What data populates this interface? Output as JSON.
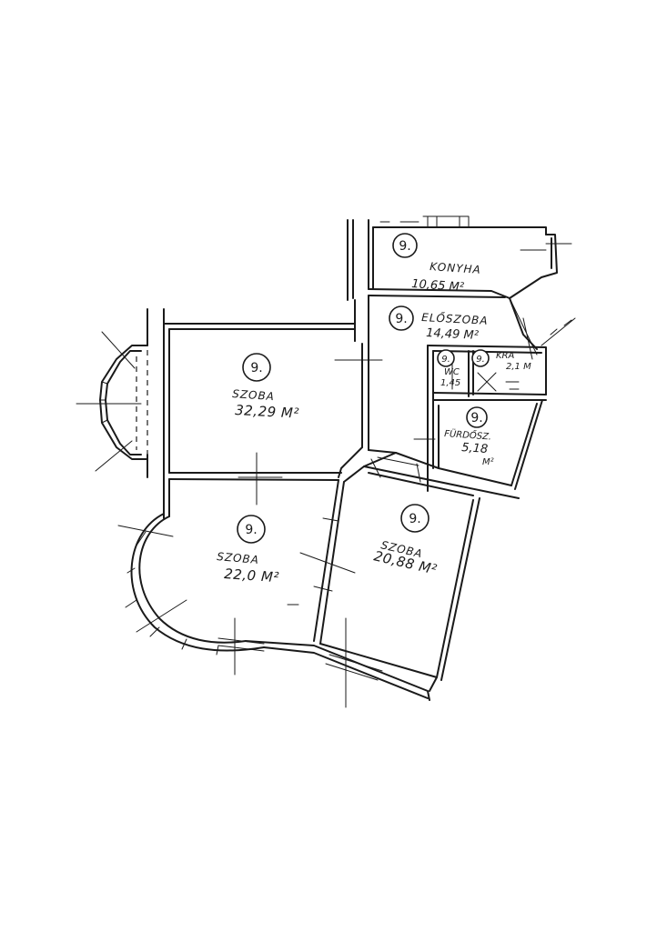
{
  "rooms": [
    {
      "id": "konyha",
      "number": "9.",
      "name": "KONYHA",
      "area": "10,65 M²"
    },
    {
      "id": "eloszoba",
      "number": "9.",
      "name": "ELŐSZOBA",
      "area": "14,49 M²"
    },
    {
      "id": "szoba1",
      "number": "9.",
      "name": "SZOBA",
      "area": "32,29 M²"
    },
    {
      "id": "wc",
      "number": "9.",
      "name": "WC",
      "area": "1,45"
    },
    {
      "id": "kra",
      "number": "9.",
      "name": "KRA",
      "area": "2,1 M"
    },
    {
      "id": "furdo",
      "number": "9.",
      "name": "FÜRDŐSZ.",
      "area": "5,18",
      "area_unit": "M²"
    },
    {
      "id": "szoba2",
      "number": "9.",
      "name": "SZOBA",
      "area": "22,0 M²"
    },
    {
      "id": "szoba3",
      "number": "9.",
      "name": "SZOBA",
      "area": "20,88 M²"
    }
  ]
}
